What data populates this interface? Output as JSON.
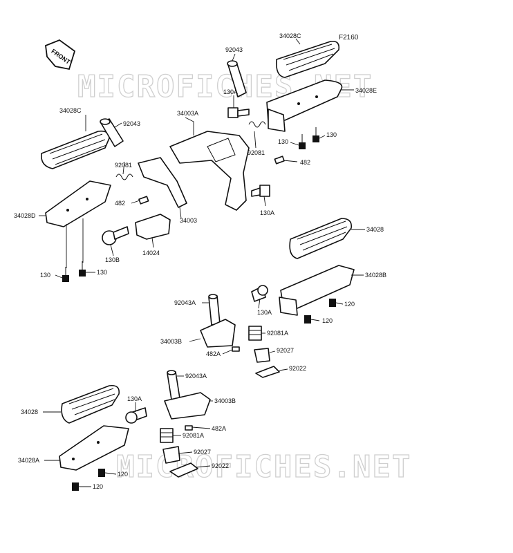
{
  "diagram": {
    "code": "F2160",
    "front_arrow": "FRONT",
    "watermark": "MICROFICHES.NET",
    "labels": {
      "l34028C_top": "34028C",
      "l92043_top": "92043",
      "l130A_top": "130A",
      "l34028E": "34028E",
      "l34003A": "34003A",
      "l130_r1": "130",
      "l130_r2": "130",
      "l92081_r": "92081",
      "l482_r": "482",
      "l130A_r": "130A",
      "l34028C_left": "34028C",
      "l92043_left": "92043",
      "l92081_left": "92081",
      "l482_left": "482",
      "l34003": "34003",
      "l34028D": "34028D",
      "l130B": "130B",
      "l14024": "14024",
      "l130_ll": "130",
      "l130_lr": "130",
      "l34028": "34028",
      "l34028B": "34028B",
      "l92043A_mid": "92043A",
      "l130A_mid": "130A",
      "l120_a": "120",
      "l120_b": "120",
      "l34003B_mid": "34003B",
      "l92081A_mid": "92081A",
      "l482A_mid": "482A",
      "l92027_mid": "92027",
      "l92022_mid": "92022",
      "l92043A_bot": "92043A",
      "l130A_bot": "130A",
      "l34003B_bot": "34003B",
      "l34028_bot": "34028",
      "l482A_bot": "482A",
      "l92081A_bot": "92081A",
      "l92027_bot": "92027",
      "l34028A": "34028A",
      "l92022_bot": "92022",
      "l120_c": "120",
      "l120_d": "120"
    }
  }
}
